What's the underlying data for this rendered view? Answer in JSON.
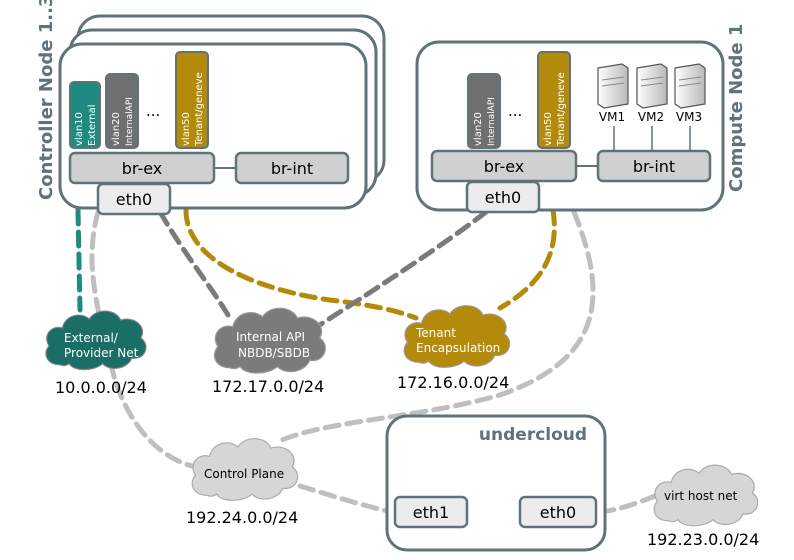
{
  "controller": {
    "title": "Controller Node 1..3",
    "vlans": [
      {
        "id": "vlan10",
        "name": "External"
      },
      {
        "id": "vlan20",
        "name": "InternalAPI"
      },
      {
        "id": "vlan50",
        "name": "Tenant/geneve"
      }
    ],
    "ellipsis": "...",
    "br_ex": "br-ex",
    "br_int": "br-int",
    "eth0": "eth0"
  },
  "compute": {
    "title": "Compute Node 1",
    "vlans": [
      {
        "id": "vlan20",
        "name": "InternalAPI"
      },
      {
        "id": "vlan50",
        "name": "Tenant/geneve"
      }
    ],
    "ellipsis": "...",
    "vms": [
      "VM1",
      "VM2",
      "VM3"
    ],
    "br_ex": "br-ex",
    "br_int": "br-int",
    "eth0": "eth0"
  },
  "undercloud": {
    "title": "undercloud",
    "eth1": "eth1",
    "eth0": "eth0"
  },
  "networks": {
    "external": {
      "line1": "External/",
      "line2": "Provider Net",
      "cidr": "10.0.0.0/24"
    },
    "internal": {
      "line1": "Internal API",
      "line2": "NBDB/SBDB",
      "cidr": "172.17.0.0/24"
    },
    "tenant": {
      "line1": "Tenant",
      "line2": "Encapsulation",
      "cidr": "172.16.0.0/24"
    },
    "control": {
      "line1": "Control Plane",
      "cidr": "192.24.0.0/24"
    },
    "virthost": {
      "line1": "virt host net",
      "cidr": "192.23.0.0/24"
    }
  },
  "colors": {
    "box_stroke": "#5f7379",
    "teal": "#1f8a80",
    "gray": "#7a7a7a",
    "gold": "#b38a0a",
    "light_gray": "#bfbfbf"
  }
}
